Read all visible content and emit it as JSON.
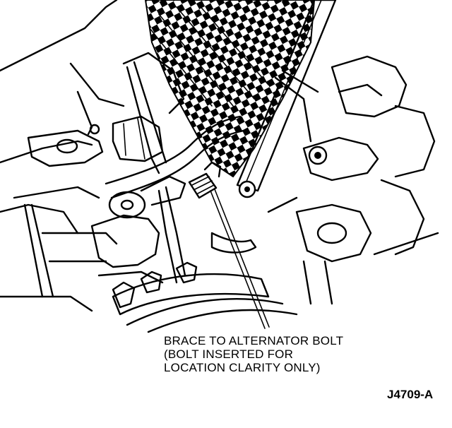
{
  "callout": {
    "line1": "BRACE TO ALTERNATOR BOLT",
    "line2": "(BOLT INSERTED FOR",
    "line3": "LOCATION CLARITY ONLY)"
  },
  "figure_id": "J4709-A"
}
